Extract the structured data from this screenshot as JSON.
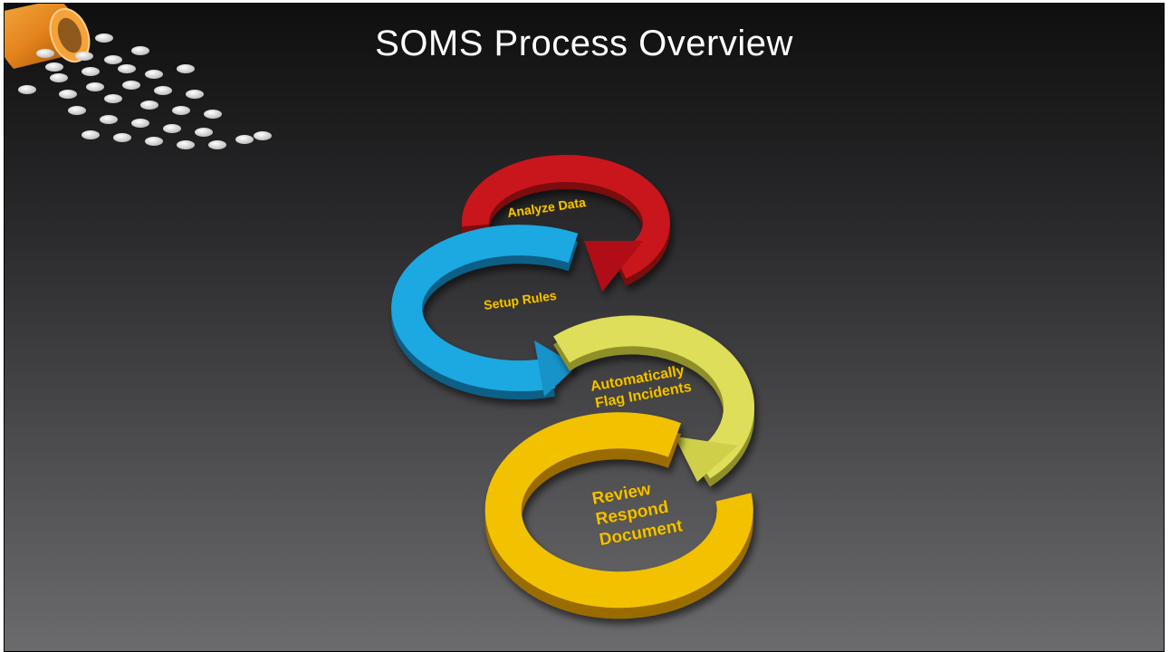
{
  "slide": {
    "title": "SOMS Process Overview"
  },
  "steps": [
    {
      "lines": [
        "Analyze Data"
      ],
      "color": "#c8141a"
    },
    {
      "lines": [
        "Setup Rules"
      ],
      "color": "#1aa8e0"
    },
    {
      "lines": [
        "Automatically",
        "Flag Incidents"
      ],
      "color": "#dede5a"
    },
    {
      "lines": [
        "Review",
        "Respond",
        "Document"
      ],
      "color": "#f2c200"
    }
  ],
  "colors": {
    "label_text": "#f2c200",
    "background_top": "#0f0f10",
    "background_bottom": "#6b6b6d"
  }
}
